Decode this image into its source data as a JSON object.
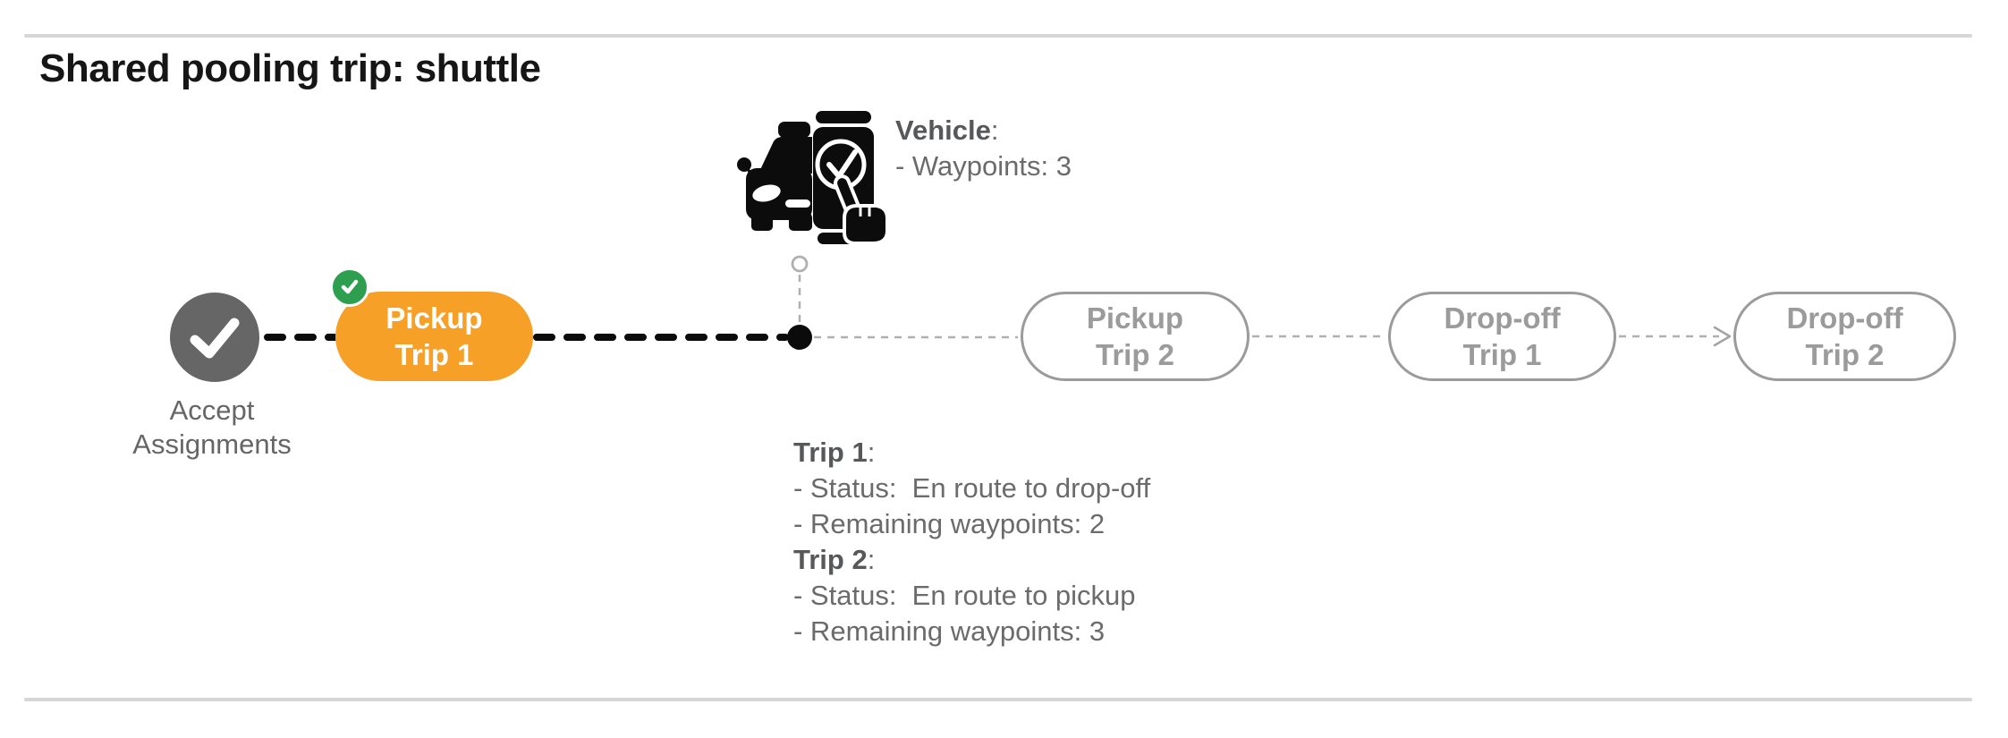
{
  "page": {
    "title": "Shared pooling trip: shuttle"
  },
  "colors": {
    "accent_orange": "#F7A028",
    "success_green": "#2E9E4F",
    "completed_gray": "#666666",
    "pending_gray": "#9B9B9B",
    "text_gray": "#6B6B6B",
    "timeline_black": "#0B0B0B",
    "divider_gray": "#D6D6D6"
  },
  "timeline": {
    "start_label": "Accept\nAssignments",
    "start_icon": "check",
    "current_position_marker": "dot",
    "nodes": [
      {
        "id": "pickup-trip-1",
        "line1": "Pickup",
        "line2": "Trip 1",
        "state": "active",
        "badge": "check"
      },
      {
        "id": "pickup-trip-2",
        "line1": "Pickup",
        "line2": "Trip 2",
        "state": "pending"
      },
      {
        "id": "dropoff-trip-1",
        "line1": "Drop-off",
        "line2": "Trip 1",
        "state": "pending"
      },
      {
        "id": "dropoff-trip-2",
        "line1": "Drop-off",
        "line2": "Trip 2",
        "state": "pending"
      }
    ]
  },
  "vehicle_info": {
    "label": "Vehicle",
    "colon": ":",
    "lines": [
      "- Waypoints: 3"
    ]
  },
  "trip_info": [
    {
      "label": "Trip 1",
      "colon": ":",
      "lines": [
        "- Status:  En route to drop-off",
        "- Remaining waypoints: 2"
      ]
    },
    {
      "label": "Trip 2",
      "colon": ":",
      "lines": [
        "- Status:  En route to pickup",
        "- Remaining waypoints: 3"
      ]
    }
  ]
}
